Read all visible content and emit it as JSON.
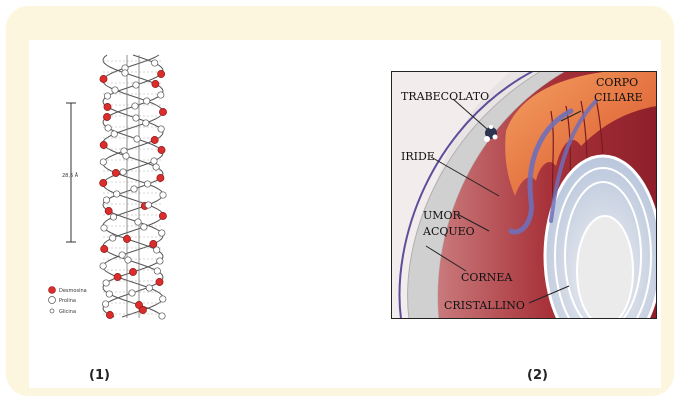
{
  "figure1": {
    "caption": "(1)",
    "legend": [
      {
        "icon": "red-circle-icon",
        "label": "Desmosina"
      },
      {
        "icon": "white-circle-icon",
        "label": "Prolina"
      },
      {
        "icon": "small-circle-icon",
        "label": "Glicina"
      }
    ],
    "dimension_label": "28,6 Å",
    "colors": {
      "residue_red": "#dd2c2c",
      "residue_white": "#ffffff",
      "line": "#555555"
    }
  },
  "figure2": {
    "caption": "(2)",
    "labels": {
      "trabecolato": "TRABECOLATO",
      "corpo": "CORPO",
      "ciliare": "CILIARE",
      "iride": "IRIDE",
      "umor": "UMOR",
      "acqueo": "ACQUEO",
      "cornea": "CORNEA",
      "cristallino": "CRISTALLINO"
    },
    "colors": {
      "tissue": "#a8323a",
      "ciliary": "#e86a3a",
      "flow": "#6f6fb8",
      "cornea": "#d8d8d8"
    }
  }
}
